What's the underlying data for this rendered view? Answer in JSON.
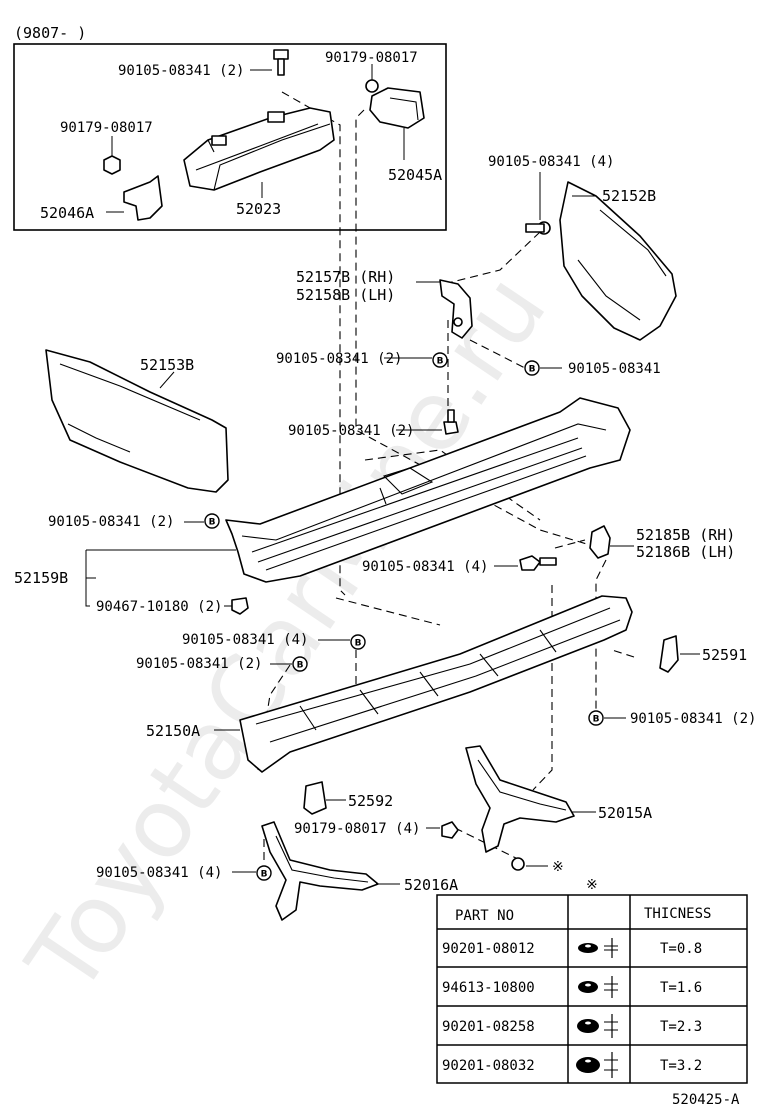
{
  "header": {
    "date_range": "(9807-      )"
  },
  "footer": {
    "diagram_code": "520425-A"
  },
  "watermark": "ToyotaCarMine.ru",
  "callouts": {
    "c_bolt_top": "90105-08341 (2)",
    "c_nut_top": "90179-08017",
    "c_nut_left": "90179-08017",
    "c_52046a": "52046A",
    "c_52023": "52023",
    "c_52045a": "52045A",
    "c_bolt_4_top": "90105-08341 (4)",
    "c_52152b": "52152B",
    "c_52157b": "52157B (RH)",
    "c_52158b": "52158B (LH)",
    "c_bolt_2_a": "90105-08341 (2)",
    "c_bolt_right": "90105-08341",
    "c_52153b": "52153B",
    "c_bolt_2_b": "90105-08341 (2)",
    "c_bolt_2_c": "90105-08341 (2)",
    "c_52159b": "52159B",
    "c_clip": "90467-10180 (2)",
    "c_52185b": "52185B (RH)",
    "c_52186b": "52186B (LH)",
    "c_bolt_4_mid": "90105-08341 (4)",
    "c_bolt_4_low": "90105-08341 (4)",
    "c_bolt_2_low": "90105-08341 (2)",
    "c_52591": "52591",
    "c_52150a": "52150A",
    "c_bolt_2_right": "90105-08341 (2)",
    "c_52592": "52592",
    "c_52015a": "52015A",
    "c_nut_4": "90179-08017 (4)",
    "c_bolt_4_bottom": "90105-08341 (4)",
    "c_52016a": "52016A"
  },
  "bolt_symbol_letter": "B",
  "shim_marker": "※",
  "shim_table": {
    "marker": "※",
    "col_part": "PART NO",
    "col_thickness": "THICNESS",
    "rows": [
      {
        "part_no": "90201-08012",
        "thickness": "T=0.8"
      },
      {
        "part_no": "94613-10800",
        "thickness": "T=1.6"
      },
      {
        "part_no": "90201-08258",
        "thickness": "T=2.3"
      },
      {
        "part_no": "90201-08032",
        "thickness": "T=3.2"
      }
    ]
  }
}
